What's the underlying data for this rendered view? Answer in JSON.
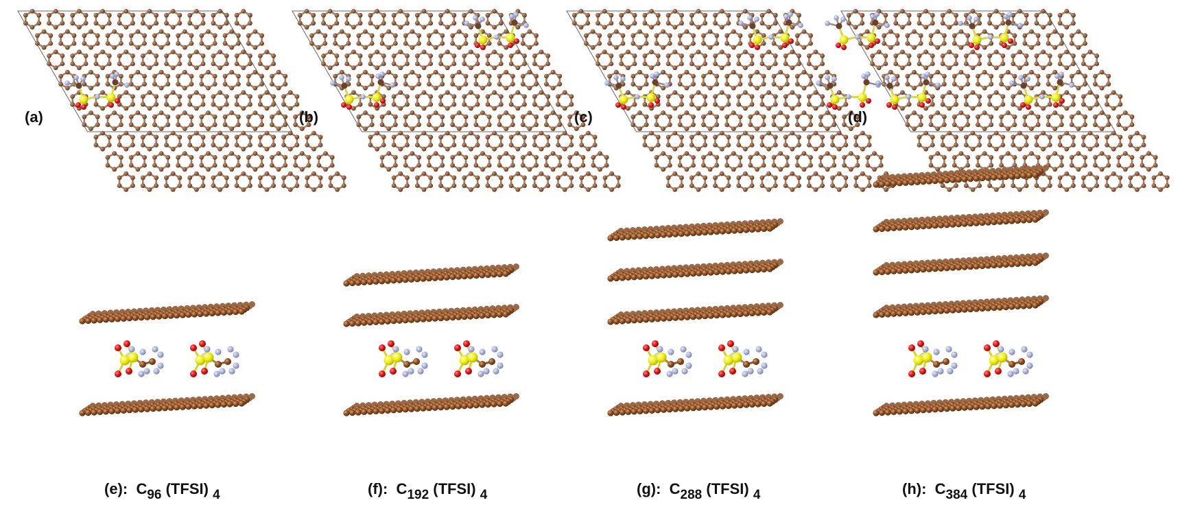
{
  "figure": {
    "colors": {
      "carbon": "#8B5A3C",
      "carbon_bond": "#A57F63",
      "sulfur": "#F2F21A",
      "oxygen": "#E8101A",
      "fluorine": "#A8B0D8",
      "nitrogen": "#B0B8DA",
      "cell_line": "#666666"
    },
    "top_panels": [
      {
        "label": "(a)",
        "tfsi_count": 1,
        "view": "top"
      },
      {
        "label": "(b)",
        "tfsi_count": 2,
        "view": "top"
      },
      {
        "label": "(c)",
        "tfsi_count": 3,
        "view": "top"
      },
      {
        "label": "(d)",
        "tfsi_count": 4,
        "view": "top"
      }
    ],
    "side_panels": [
      {
        "label": "(e):",
        "formula_base": "C",
        "carbon_sub": "96",
        "anion": "(TFSI)",
        "anion_sub": "4",
        "graphene_layers": 2
      },
      {
        "label": "(f):",
        "formula_base": "C",
        "carbon_sub": "192",
        "anion": "(TFSI)",
        "anion_sub": "4",
        "graphene_layers": 3
      },
      {
        "label": "(g):",
        "formula_base": "C",
        "carbon_sub": "288",
        "anion": "(TFSI)",
        "anion_sub": "4",
        "graphene_layers": 4
      },
      {
        "label": "(h):",
        "formula_base": "C",
        "carbon_sub": "384",
        "anion": "(TFSI)",
        "anion_sub": "4",
        "graphene_layers": 5
      }
    ]
  }
}
